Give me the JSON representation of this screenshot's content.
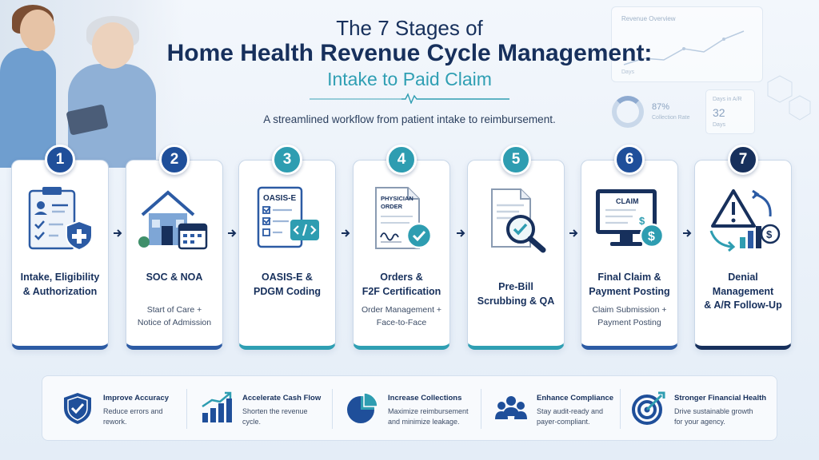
{
  "header": {
    "title_line1": "The 7 Stages of",
    "title_line2": "Home Health Revenue Cycle Management:",
    "title_line3": "Intake to Paid Claim",
    "subtitle": "A streamlined workflow from patient intake to reimbursement."
  },
  "dashboard": {
    "panel_label": "Revenue Overview",
    "panel_footer": "Days",
    "collection_rate": "87%",
    "collection_caption": "Collection Rate",
    "ar_label": "Days in A/R",
    "ar_value": "32",
    "ar_unit": "Days"
  },
  "stages": [
    {
      "number": "1",
      "title_l1": "Intake, Eligibility",
      "title_l2": "& Authorization",
      "desc_l1": "",
      "desc_l2": "",
      "icon": "clipboard-shield-icon"
    },
    {
      "number": "2",
      "title_l1": "SOC & NOA",
      "title_l2": "",
      "desc_l1": "Start of Care +",
      "desc_l2": "Notice of Admission",
      "icon": "house-calendar-icon"
    },
    {
      "number": "3",
      "title_l1": "OASIS-E &",
      "title_l2": "PDGM Coding",
      "desc_l1": "",
      "desc_l2": "",
      "icon": "oasis-code-icon",
      "icon_text": "OASIS-E"
    },
    {
      "number": "4",
      "title_l1": "Orders &",
      "title_l2": "F2F Certification",
      "desc_l1": "Order Management +",
      "desc_l2": "Face-to-Face",
      "icon": "physician-order-icon",
      "icon_text_l1": "PHYSICIAN",
      "icon_text_l2": "ORDER"
    },
    {
      "number": "5",
      "title_l1": "Pre-Bill",
      "title_l2": "Scrubbing & QA",
      "desc_l1": "",
      "desc_l2": "",
      "icon": "document-magnifier-icon"
    },
    {
      "number": "6",
      "title_l1": "Final Claim &",
      "title_l2": "Payment Posting",
      "desc_l1": "Claim Submission +",
      "desc_l2": "Payment Posting",
      "icon": "claim-monitor-icon",
      "icon_text": "CLAIM"
    },
    {
      "number": "7",
      "title_l1": "Denial Management",
      "title_l2": "& A/R Follow-Up",
      "desc_l1": "",
      "desc_l2": "",
      "icon": "warning-cycle-icon"
    }
  ],
  "benefits": [
    {
      "title": "Improve Accuracy",
      "desc_l1": "Reduce errors and",
      "desc_l2": "rework.",
      "icon": "shield-check-icon"
    },
    {
      "title": "Accelerate Cash Flow",
      "desc_l1": "Shorten the revenue",
      "desc_l2": "cycle.",
      "icon": "growth-chart-icon"
    },
    {
      "title": "Increase Collections",
      "desc_l1": "Maximize reimbursement",
      "desc_l2": "and minimize leakage.",
      "icon": "pie-chart-icon"
    },
    {
      "title": "Enhance Compliance",
      "desc_l1": "Stay audit-ready and",
      "desc_l2": "payer-compliant.",
      "icon": "people-group-icon"
    },
    {
      "title": "Stronger Financial Health",
      "desc_l1": "Drive sustainable growth",
      "desc_l2": "for your agency.",
      "icon": "target-icon"
    }
  ],
  "colors": {
    "navy": "#17305c",
    "blue": "#1f4f9a",
    "teal": "#2e9db1",
    "background": "#eef3f9"
  }
}
